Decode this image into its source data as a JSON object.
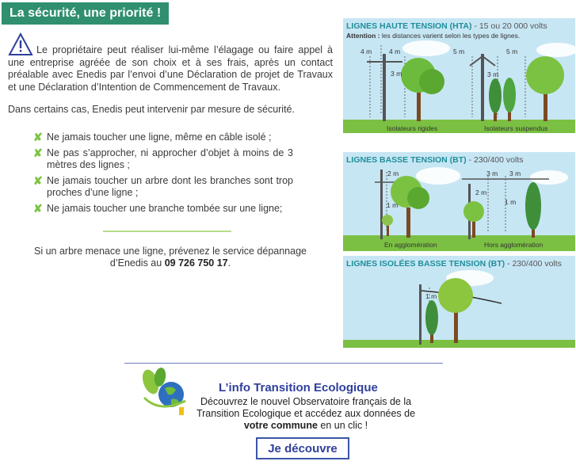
{
  "title": "La sécurité, une priorité !",
  "intro": "Le propriétaire peut réaliser lui-même l’élagage ou faire appel à une entreprise agréée de son choix et à ses frais, après un contact préalable avec Enedis par l’envoi d’une Déclaration de projet de Travaux et une Déclaration d’Intention de Commencement de Travaux.",
  "para2": "Dans certains cas, Enedis peut intervenir par mesure de sécurité.",
  "rules": [
    "Ne jamais toucher une ligne, même en câble isolé ;",
    "Ne pas s’approcher, ni approcher d’objet à moins de 3 mètres des lignes ;",
    "Ne jamais toucher un arbre dont les branches sont trop proches d’une ligne ;",
    "Ne jamais toucher une branche tombée sur une ligne;"
  ],
  "contact": {
    "text": "Si un arbre menace une ligne, prévenez le service dépannage d’Enedis au",
    "phone": "09 726 750 17",
    "end": "."
  },
  "panels": {
    "hta": {
      "title": "LIGNES HAUTE TENSION (HTA)",
      "subtitle": " - 15 ou 20 000 volts",
      "note_bold": "Attention :",
      "note": " les distances varient selon les types de lignes.",
      "cap_left": "Isolateurs rigides",
      "cap_right": "Isolateurs suspendus",
      "d1": "4 m",
      "d2": "4 m",
      "d3": "3 m",
      "d4": "5 m",
      "d5": "5 m",
      "d6": "3 m"
    },
    "bt": {
      "title": "LIGNES BASSE TENSION (BT)",
      "subtitle": " - 230/400 volts",
      "cap_left": "En agglomération",
      "cap_right": "Hors agglomération",
      "d1": "2 m",
      "d2": "1 m",
      "d3": "3 m",
      "d4": "3 m",
      "d5": "2 m",
      "d6": "1 m"
    },
    "bti": {
      "title": "LIGNES ISOLÉES BASSE TENSION (BT)",
      "subtitle": " - 230/400 volts",
      "d1": "1 m"
    }
  },
  "promo": {
    "title": "L’info Transition Ecologique",
    "text_a": "Découvrez le nouvel Observatoire français de la Transition Ecologique et accédez aux données de ",
    "text_bold": "votre commune",
    "text_b": " en un clic !",
    "button": "Je découvre"
  },
  "colors": {
    "banner": "#2f8f6f",
    "accent_green": "#7cc242",
    "panel_bg": "#c7e6f4",
    "panel_title": "#1f8f9a",
    "promo_blue": "#2f3f9b"
  }
}
